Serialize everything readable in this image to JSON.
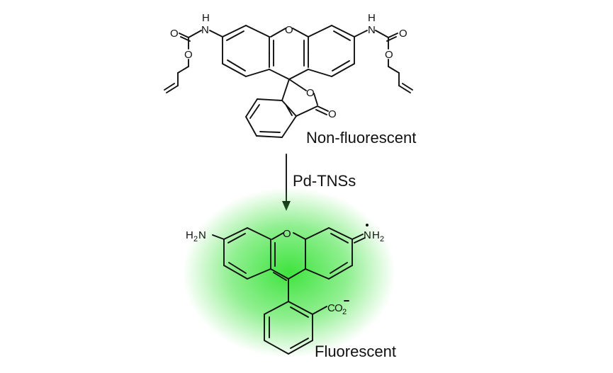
{
  "labels": {
    "top_state": "Non-fluorescent",
    "reagent": "Pd-TNSs",
    "bottom_state": "Fluorescent"
  },
  "atoms": {
    "oxygen": "O",
    "nitrogen": "N",
    "hydrogen": "H",
    "amine_left": "H",
    "amine_left_sub": "2",
    "amine_left_n": "N",
    "iminium_n": "N",
    "iminium_h": "H",
    "iminium_sub": "2",
    "carboxylate_c": "C",
    "carboxylate_o": "O",
    "carboxylate_sub": "2"
  },
  "colors": {
    "glow": "#35e235",
    "ink": "#111111"
  }
}
